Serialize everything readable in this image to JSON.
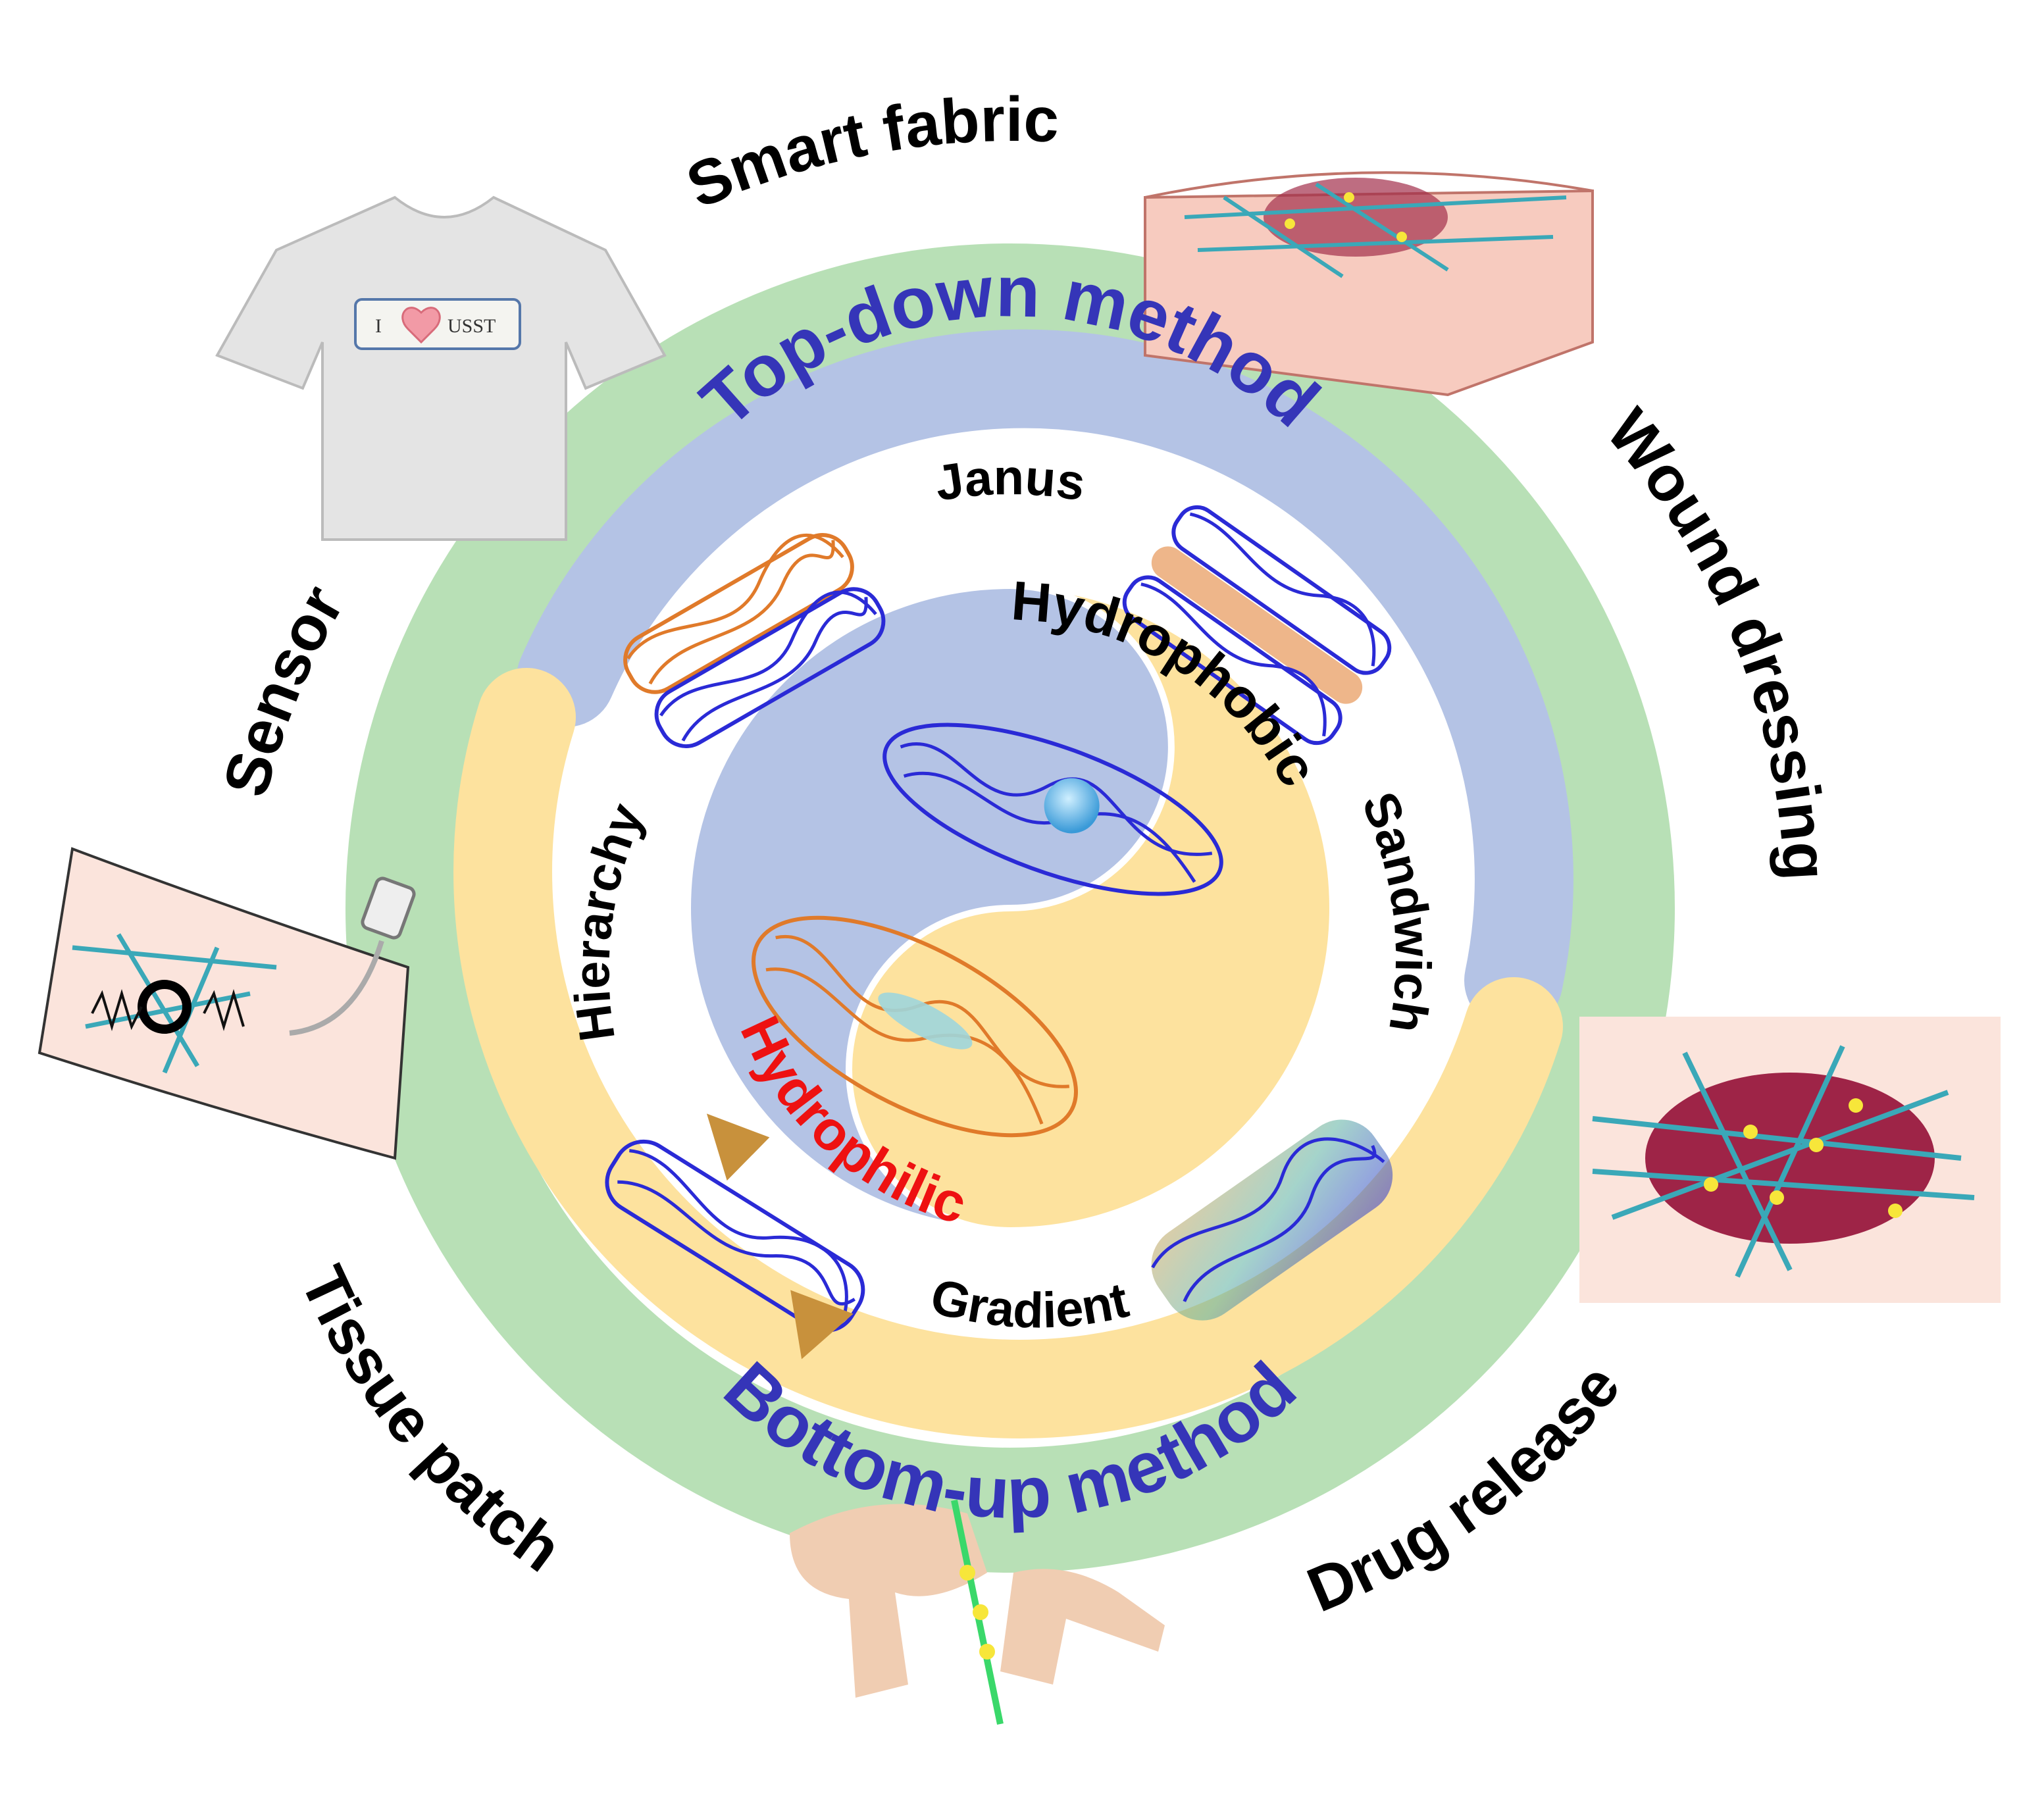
{
  "outer_ring": {
    "labels": {
      "smart_fabric": "Smart fabric",
      "wound_dressing": "Wound dressing",
      "drug_release": "Drug release",
      "tissue_patch": "Tissue patch",
      "sensor": "Sensor"
    }
  },
  "method_ring": {
    "top_down": "Top-down method",
    "bottom_up": "Bottom-up method"
  },
  "structure_ring": {
    "janus": "Janus",
    "sandwich": "Sandwich",
    "gradient": "Gradient",
    "hierarchy": "Hierarchy"
  },
  "core": {
    "hydrophobic": "Hydrophobic",
    "hydrophilic": "Hydrophilic"
  },
  "tshirt_print": {
    "left": "I",
    "right": "USST"
  },
  "colors": {
    "outer_ring": "#b8e0b6",
    "top_down": "#b4c3e5",
    "bottom_up": "#fde29e",
    "method_text": "#3535b8",
    "hydrophilic_text": "#ee1111",
    "fiber_blue": "#2a2ad6",
    "fiber_orange": "#e07a2a",
    "fiber_teal": "#3aa8b8"
  }
}
